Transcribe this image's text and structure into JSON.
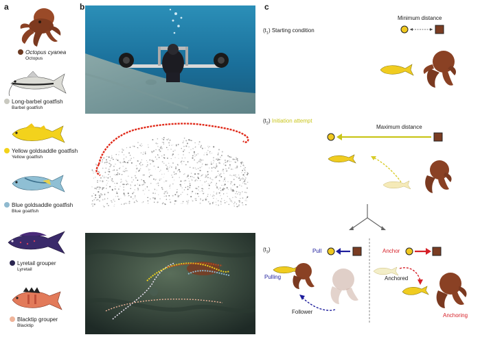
{
  "panels": {
    "a": "a",
    "b": "b",
    "c": "c"
  },
  "species": [
    {
      "name": "Octopus cyanea",
      "common": "Octopus",
      "dot_color": "#6b3a22",
      "italic": true,
      "icon": "octopus-illustration"
    },
    {
      "name": "Long-barbel goatfish",
      "common": "Barbel goatfish",
      "dot_color": "#c9c9c0",
      "italic": false,
      "icon": "goatfish-illustration"
    },
    {
      "name": "Yellow goldsaddle goatfish",
      "common": "Yellow goatfish",
      "dot_color": "#f2d21a",
      "italic": false,
      "icon": "yellow-goatfish-illustration"
    },
    {
      "name": "Blue goldsaddle goatfish",
      "common": "Blue goatfish",
      "dot_color": "#8fb9cf",
      "italic": false,
      "icon": "blue-goatfish-illustration"
    },
    {
      "name": "Lyretail grouper",
      "common": "Lyretail",
      "dot_color": "#2a2550",
      "italic": false,
      "icon": "lyretail-grouper-illustration"
    },
    {
      "name": "Blacktip grouper",
      "common": "Blacktip",
      "dot_color": "#efb49a",
      "italic": false,
      "icon": "blacktip-grouper-illustration"
    }
  ],
  "panel_c": {
    "t1_prefix": "(t",
    "t1_sub": "1",
    "t1_suffix": ") Starting condition",
    "min_distance": "Minimum distance",
    "t2_prefix": "(t",
    "t2_sub": "2",
    "t2_suffix": ") ",
    "t2_label": "Initiation attempt",
    "max_distance": "Maximum distance",
    "t3_prefix": "(t",
    "t3_sub": "3",
    "t3_suffix": ")",
    "pull": "Pull",
    "anchor": "Anchor",
    "pulling": "Pulling",
    "follower": "Follower",
    "anchored": "Anchored",
    "anchoring": "Anchoring"
  },
  "colors": {
    "yellow": "#e9c722",
    "octopus": "#7a3c22",
    "pull_blue": "#1c1c9c",
    "anchor_red": "#d62028",
    "initiation_yellow": "#c9c51a",
    "trajectory_red": "#e02a1a"
  }
}
